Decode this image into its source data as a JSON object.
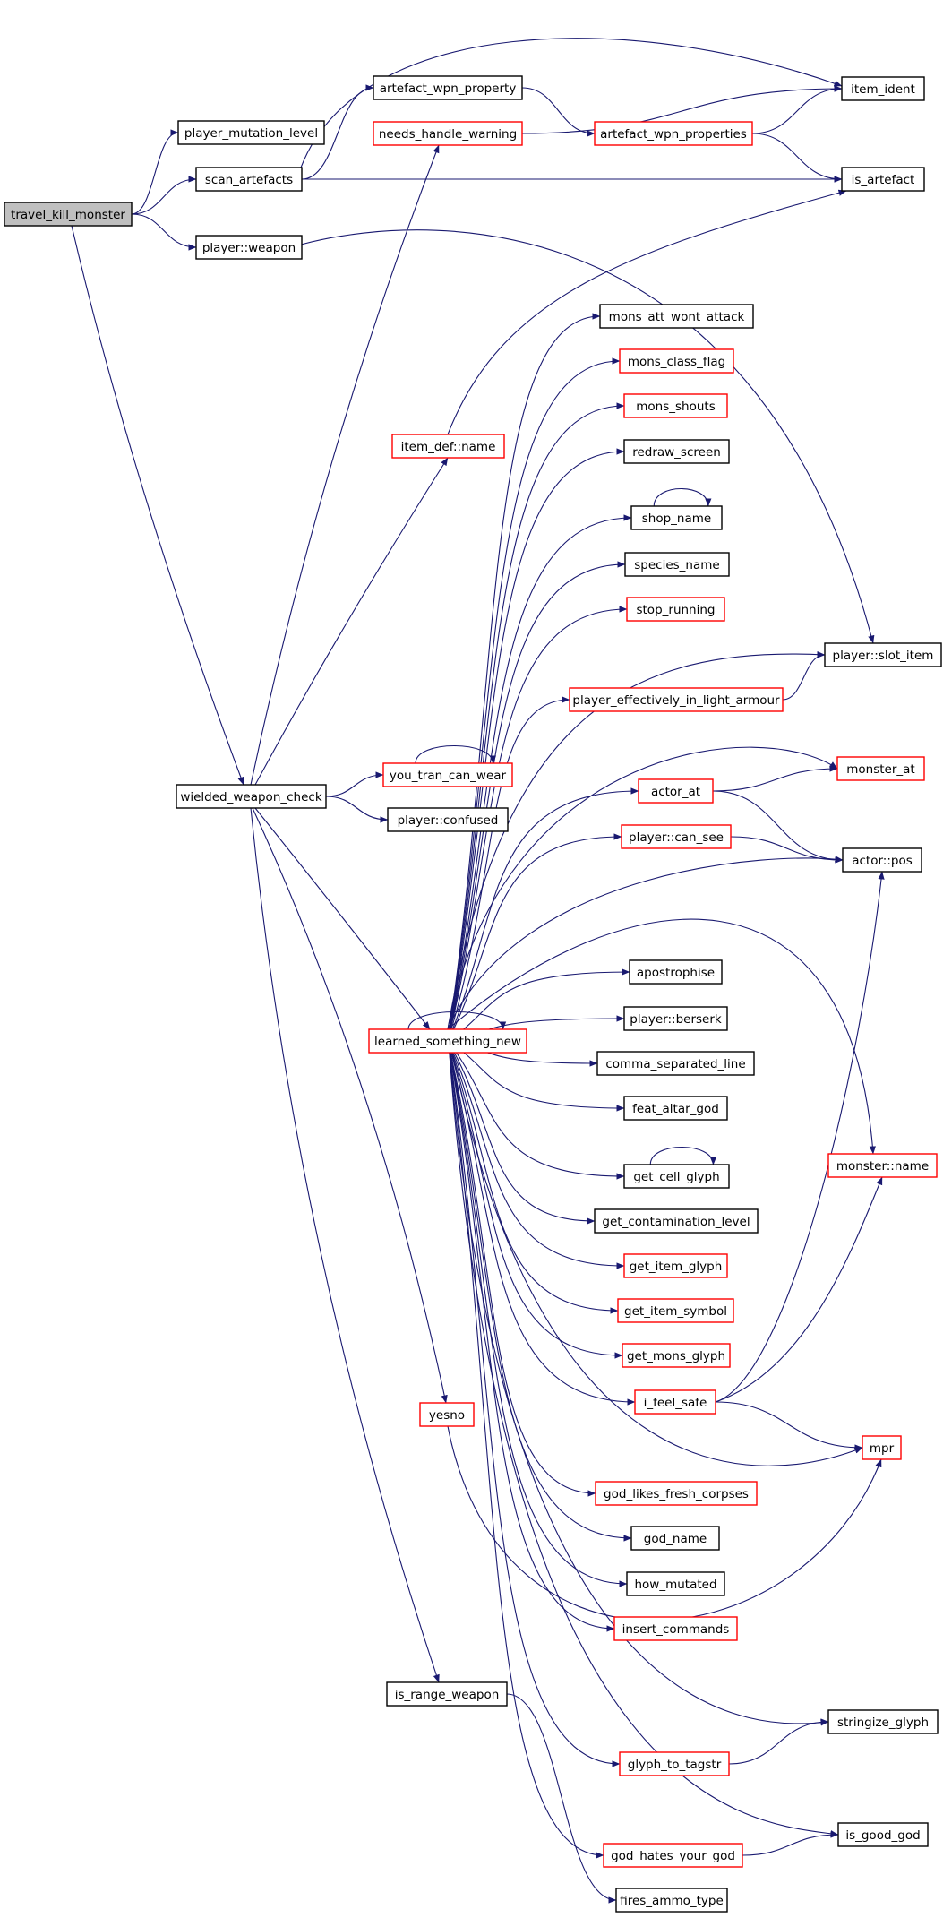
{
  "graph": {
    "edge_color": "#191970",
    "node_border_colors": {
      "black": "#000000",
      "red": "#ff0000",
      "root_fill": "#bfbfbf"
    },
    "nodes": [
      {
        "id": "travel_kill_monster",
        "label": "travel_kill_monster",
        "style": "root"
      },
      {
        "id": "player_mutation_level",
        "label": "player_mutation_level",
        "style": "black"
      },
      {
        "id": "scan_artefacts",
        "label": "scan_artefacts",
        "style": "black"
      },
      {
        "id": "player_weapon",
        "label": "player::weapon",
        "style": "black"
      },
      {
        "id": "artefact_wpn_property",
        "label": "artefact_wpn_property",
        "style": "black"
      },
      {
        "id": "needs_handle_warning",
        "label": "needs_handle_warning",
        "style": "red"
      },
      {
        "id": "artefact_wpn_properties",
        "label": "artefact_wpn_properties",
        "style": "red"
      },
      {
        "id": "item_ident",
        "label": "item_ident",
        "style": "black"
      },
      {
        "id": "is_artefact",
        "label": "is_artefact",
        "style": "black"
      },
      {
        "id": "item_def_name",
        "label": "item_def::name",
        "style": "red"
      },
      {
        "id": "wielded_weapon_check",
        "label": "wielded_weapon_check",
        "style": "black"
      },
      {
        "id": "you_tran_can_wear",
        "label": "you_tran_can_wear",
        "style": "red"
      },
      {
        "id": "player_confused",
        "label": "player::confused",
        "style": "black"
      },
      {
        "id": "learned_something_new",
        "label": "learned_something_new",
        "style": "red"
      },
      {
        "id": "yesno",
        "label": "yesno",
        "style": "red"
      },
      {
        "id": "is_range_weapon",
        "label": "is_range_weapon",
        "style": "black"
      },
      {
        "id": "mons_att_wont_attack",
        "label": "mons_att_wont_attack",
        "style": "black"
      },
      {
        "id": "mons_class_flag",
        "label": "mons_class_flag",
        "style": "red"
      },
      {
        "id": "mons_shouts",
        "label": "mons_shouts",
        "style": "red"
      },
      {
        "id": "redraw_screen",
        "label": "redraw_screen",
        "style": "black"
      },
      {
        "id": "shop_name",
        "label": "shop_name",
        "style": "black"
      },
      {
        "id": "species_name",
        "label": "species_name",
        "style": "black"
      },
      {
        "id": "stop_running",
        "label": "stop_running",
        "style": "red"
      },
      {
        "id": "player_effectively_in_light_armour",
        "label": "player_effectively_in_light_armour",
        "style": "red"
      },
      {
        "id": "player_slot_item",
        "label": "player::slot_item",
        "style": "black"
      },
      {
        "id": "actor_at",
        "label": "actor_at",
        "style": "red"
      },
      {
        "id": "monster_at",
        "label": "monster_at",
        "style": "red"
      },
      {
        "id": "player_can_see",
        "label": "player::can_see",
        "style": "red"
      },
      {
        "id": "actor_pos",
        "label": "actor::pos",
        "style": "black"
      },
      {
        "id": "apostrophise",
        "label": "apostrophise",
        "style": "black"
      },
      {
        "id": "player_berserk",
        "label": "player::berserk",
        "style": "black"
      },
      {
        "id": "comma_separated_line",
        "label": "comma_separated_line",
        "style": "black"
      },
      {
        "id": "feat_altar_god",
        "label": "feat_altar_god",
        "style": "black"
      },
      {
        "id": "get_cell_glyph",
        "label": "get_cell_glyph",
        "style": "black"
      },
      {
        "id": "monster_name",
        "label": "monster::name",
        "style": "red"
      },
      {
        "id": "get_contamination_level",
        "label": "get_contamination_level",
        "style": "black"
      },
      {
        "id": "get_item_glyph",
        "label": "get_item_glyph",
        "style": "red"
      },
      {
        "id": "get_item_symbol",
        "label": "get_item_symbol",
        "style": "red"
      },
      {
        "id": "get_mons_glyph",
        "label": "get_mons_glyph",
        "style": "red"
      },
      {
        "id": "i_feel_safe",
        "label": "i_feel_safe",
        "style": "red"
      },
      {
        "id": "mpr",
        "label": "mpr",
        "style": "red"
      },
      {
        "id": "god_likes_fresh_corpses",
        "label": "god_likes_fresh_corpses",
        "style": "red"
      },
      {
        "id": "god_name",
        "label": "god_name",
        "style": "black"
      },
      {
        "id": "how_mutated",
        "label": "how_mutated",
        "style": "black"
      },
      {
        "id": "insert_commands",
        "label": "insert_commands",
        "style": "red"
      },
      {
        "id": "stringize_glyph",
        "label": "stringize_glyph",
        "style": "black"
      },
      {
        "id": "glyph_to_tagstr",
        "label": "glyph_to_tagstr",
        "style": "red"
      },
      {
        "id": "is_good_god",
        "label": "is_good_god",
        "style": "black"
      },
      {
        "id": "god_hates_your_god",
        "label": "god_hates_your_god",
        "style": "red"
      },
      {
        "id": "fires_ammo_type",
        "label": "fires_ammo_type",
        "style": "black"
      }
    ],
    "edges": [
      [
        "travel_kill_monster",
        "player_mutation_level"
      ],
      [
        "travel_kill_monster",
        "scan_artefacts"
      ],
      [
        "travel_kill_monster",
        "player_weapon"
      ],
      [
        "travel_kill_monster",
        "wielded_weapon_check"
      ],
      [
        "scan_artefacts",
        "artefact_wpn_property"
      ],
      [
        "scan_artefacts",
        "item_ident"
      ],
      [
        "scan_artefacts",
        "is_artefact"
      ],
      [
        "artefact_wpn_property",
        "artefact_wpn_properties"
      ],
      [
        "artefact_wpn_properties",
        "item_ident"
      ],
      [
        "artefact_wpn_properties",
        "is_artefact"
      ],
      [
        "needs_handle_warning",
        "item_ident"
      ],
      [
        "player_weapon",
        "player_slot_item"
      ],
      [
        "item_def_name",
        "is_artefact"
      ],
      [
        "wielded_weapon_check",
        "needs_handle_warning"
      ],
      [
        "wielded_weapon_check",
        "item_def_name"
      ],
      [
        "wielded_weapon_check",
        "you_tran_can_wear"
      ],
      [
        "wielded_weapon_check",
        "player_confused"
      ],
      [
        "wielded_weapon_check",
        "learned_something_new"
      ],
      [
        "wielded_weapon_check",
        "yesno"
      ],
      [
        "wielded_weapon_check",
        "is_range_weapon"
      ],
      [
        "you_tran_can_wear",
        "you_tran_can_wear"
      ],
      [
        "learned_something_new",
        "learned_something_new"
      ],
      [
        "learned_something_new",
        "mons_att_wont_attack"
      ],
      [
        "learned_something_new",
        "mons_class_flag"
      ],
      [
        "learned_something_new",
        "mons_shouts"
      ],
      [
        "learned_something_new",
        "redraw_screen"
      ],
      [
        "learned_something_new",
        "shop_name"
      ],
      [
        "learned_something_new",
        "species_name"
      ],
      [
        "learned_something_new",
        "stop_running"
      ],
      [
        "learned_something_new",
        "player_slot_item"
      ],
      [
        "learned_something_new",
        "player_effectively_in_light_armour"
      ],
      [
        "learned_something_new",
        "monster_at"
      ],
      [
        "learned_something_new",
        "actor_at"
      ],
      [
        "learned_something_new",
        "player_can_see"
      ],
      [
        "learned_something_new",
        "actor_pos"
      ],
      [
        "learned_something_new",
        "monster_name"
      ],
      [
        "learned_something_new",
        "apostrophise"
      ],
      [
        "learned_something_new",
        "player_berserk"
      ],
      [
        "learned_something_new",
        "comma_separated_line"
      ],
      [
        "learned_something_new",
        "feat_altar_god"
      ],
      [
        "learned_something_new",
        "get_cell_glyph"
      ],
      [
        "learned_something_new",
        "get_contamination_level"
      ],
      [
        "learned_something_new",
        "get_item_glyph"
      ],
      [
        "learned_something_new",
        "get_item_symbol"
      ],
      [
        "learned_something_new",
        "get_mons_glyph"
      ],
      [
        "learned_something_new",
        "i_feel_safe"
      ],
      [
        "learned_something_new",
        "mpr"
      ],
      [
        "learned_something_new",
        "god_likes_fresh_corpses"
      ],
      [
        "learned_something_new",
        "god_name"
      ],
      [
        "learned_something_new",
        "how_mutated"
      ],
      [
        "learned_something_new",
        "insert_commands"
      ],
      [
        "learned_something_new",
        "stringize_glyph"
      ],
      [
        "learned_something_new",
        "glyph_to_tagstr"
      ],
      [
        "learned_something_new",
        "is_good_god"
      ],
      [
        "learned_something_new",
        "god_hates_your_god"
      ],
      [
        "shop_name",
        "shop_name"
      ],
      [
        "get_cell_glyph",
        "get_cell_glyph"
      ],
      [
        "player_effectively_in_light_armour",
        "player_slot_item"
      ],
      [
        "actor_at",
        "monster_at"
      ],
      [
        "actor_at",
        "actor_pos"
      ],
      [
        "player_can_see",
        "actor_pos"
      ],
      [
        "i_feel_safe",
        "actor_pos"
      ],
      [
        "i_feel_safe",
        "monster_name"
      ],
      [
        "i_feel_safe",
        "mpr"
      ],
      [
        "yesno",
        "mpr"
      ],
      [
        "glyph_to_tagstr",
        "stringize_glyph"
      ],
      [
        "god_hates_your_god",
        "is_good_god"
      ],
      [
        "is_range_weapon",
        "fires_ammo_type"
      ]
    ]
  }
}
